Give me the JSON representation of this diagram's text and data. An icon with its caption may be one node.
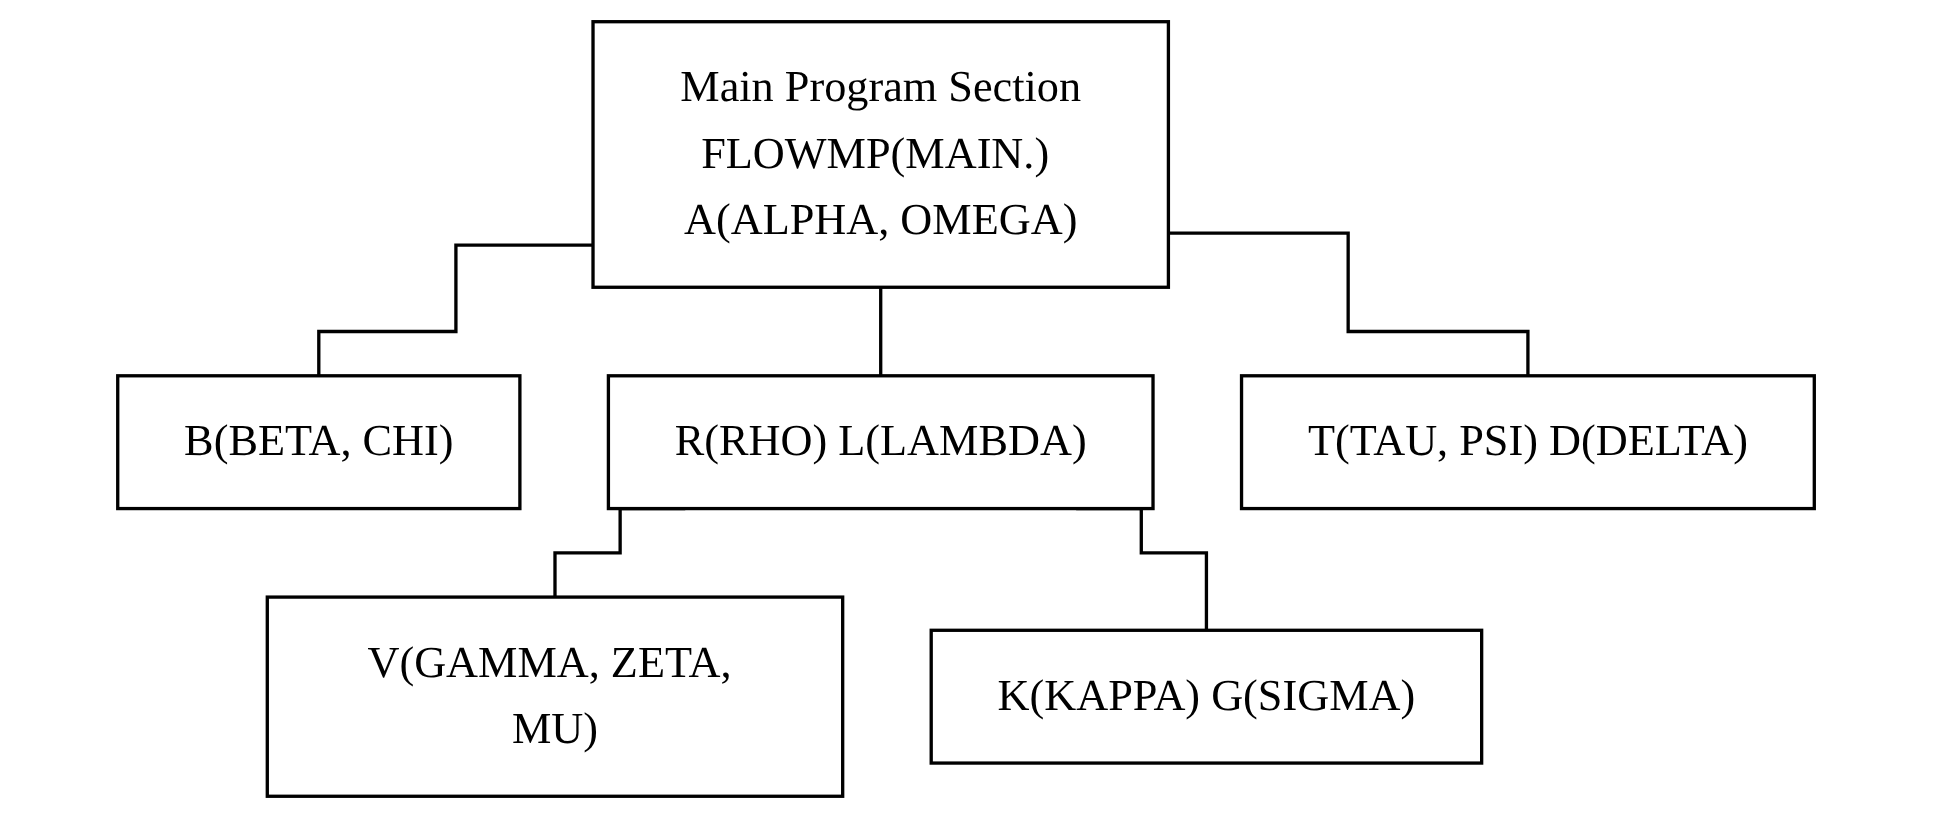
{
  "diagram": {
    "nodes": [
      {
        "text": [
          "Main Program Section",
          "FLOWMP(MAIN.) A(ALPHA, OMEGA)"
        ]
      },
      {
        "text": [
          "B(BETA, CHI)"
        ]
      },
      {
        "text": [
          "R(RHO) L(LAMBDA)"
        ]
      },
      {
        "text": [
          "T(TAU, PSI) D(DELTA)"
        ]
      },
      {
        "text": [
          "V(GAMMA, ZETA, MU)"
        ]
      },
      {
        "text": [
          "K(KAPPA) G(SIGMA)"
        ]
      }
    ],
    "edges": [
      {
        "from": 0,
        "to": 1,
        "arrow": "none"
      },
      {
        "from": 0,
        "to": 2,
        "arrow": "none"
      },
      {
        "from": 0,
        "to": 3,
        "arrow": "none"
      },
      {
        "from": 2,
        "to": 4,
        "arrow": "none"
      },
      {
        "from": 2,
        "to": 5,
        "arrow": "none"
      }
    ]
  }
}
